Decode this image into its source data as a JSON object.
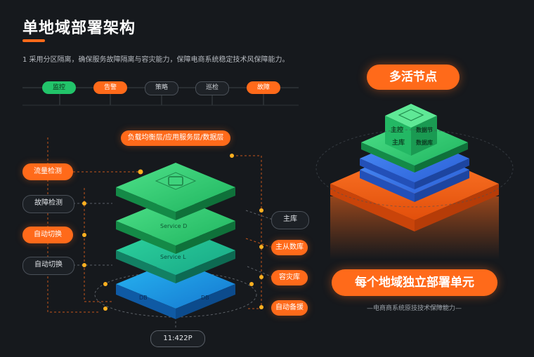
{
  "header": {
    "title": "单地域部署架构",
    "subtitle": "1  采用分区隔离，确保服务故障隔离与容灾能力，保障电商系统稳定技术风保障能力。"
  },
  "timeline": [
    "监控",
    "告警",
    "策略",
    "巡检",
    "故障"
  ],
  "left_stack": {
    "top_label": "负载均衡层/应用服务层/数据层",
    "left_labels": [
      "流量检测",
      "故障检测",
      "自动切换",
      "自动切换"
    ],
    "right_labels": [
      "主库",
      "主从数库",
      "容灾库",
      "自动备援"
    ],
    "layer_texts": [
      "Service D",
      "Service L",
      "DB",
      "DB"
    ],
    "counter": "11:422P"
  },
  "right_section": {
    "node_label": "多活节点",
    "cube_text": [
      "主控",
      "数据节",
      "主库",
      "数据库"
    ],
    "unit_label": "每个地域独立部署单元",
    "caption": "—电商商系统原技技术保障能力—"
  },
  "colors": {
    "orange": "#ff6a1a",
    "green": "#22c46a",
    "blue": "#2f6fe8",
    "cyan": "#1aa3e0",
    "background": "#16191d"
  }
}
